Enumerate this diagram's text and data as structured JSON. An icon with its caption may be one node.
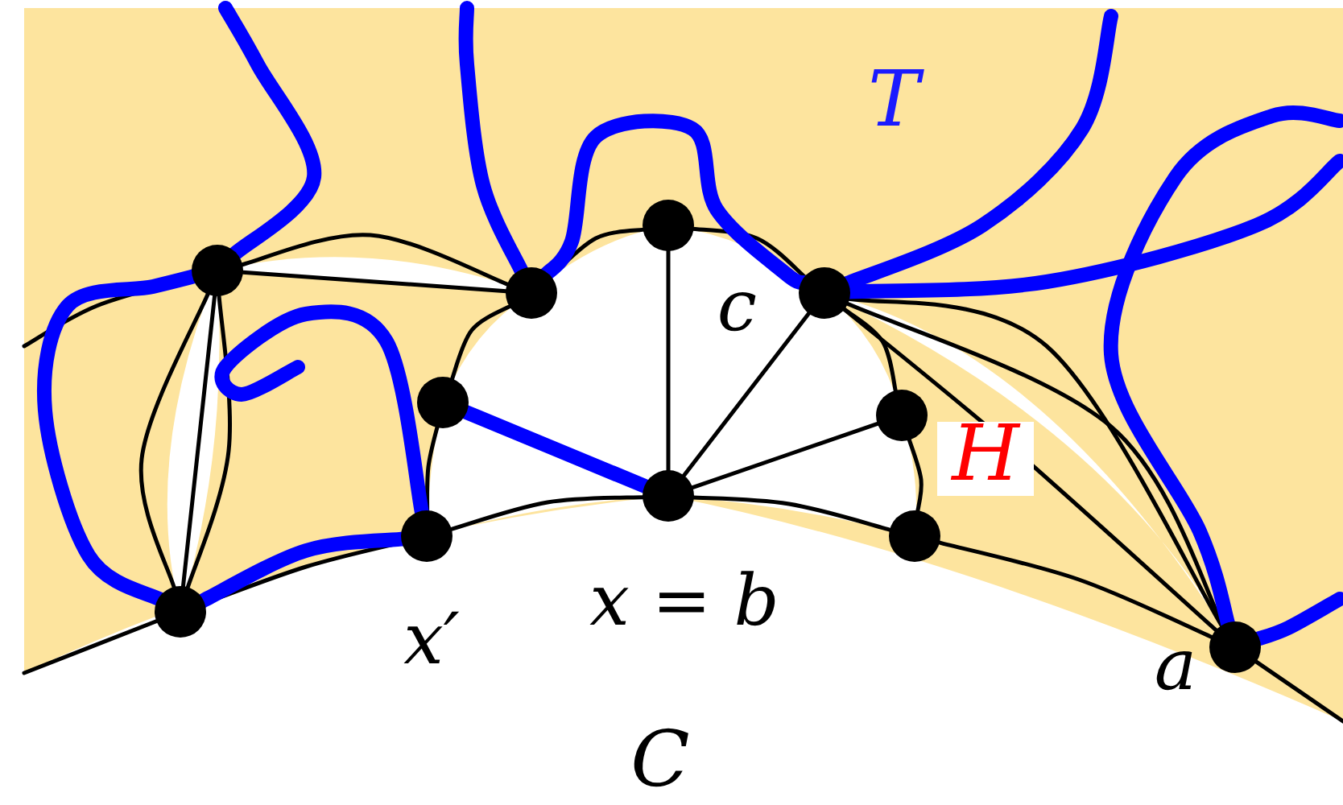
{
  "diagram": {
    "nodes": [
      {
        "text": [],
        "shape": "circle"
      },
      {
        "text": [],
        "shape": "circle"
      },
      {
        "text": [],
        "shape": "circle"
      },
      {
        "text": [],
        "shape": "circle",
        "beside": [
          "c"
        ]
      },
      {
        "text": [],
        "shape": "circle"
      },
      {
        "text": [],
        "shape": "circle"
      },
      {
        "text": [],
        "shape": "circle"
      },
      {
        "text": [],
        "shape": "circle",
        "beside": [
          "x′"
        ]
      },
      {
        "text": [],
        "shape": "circle",
        "beside": [
          "x = b"
        ]
      },
      {
        "text": [],
        "shape": "circle"
      },
      {
        "text": [],
        "shape": "circle",
        "beside": [
          "a"
        ]
      }
    ],
    "edges": [
      {
        "from": 0,
        "to": 1,
        "arrow": "none"
      },
      {
        "from": 0,
        "to": 1,
        "arrow": "none"
      },
      {
        "from": 0,
        "to": 6,
        "arrow": "none"
      },
      {
        "from": 0,
        "to": 6,
        "arrow": "none"
      },
      {
        "from": 0,
        "to": 6,
        "arrow": "none"
      },
      {
        "from": 7,
        "to": 4,
        "arrow": "none"
      },
      {
        "from": 4,
        "to": 1,
        "arrow": "none"
      },
      {
        "from": 1,
        "to": 2,
        "arrow": "none"
      },
      {
        "from": 2,
        "to": 3,
        "arrow": "none"
      },
      {
        "from": 3,
        "to": 5,
        "arrow": "none"
      },
      {
        "from": 5,
        "to": 9,
        "arrow": "none"
      },
      {
        "from": 2,
        "to": 8,
        "arrow": "none"
      },
      {
        "from": 3,
        "to": 8,
        "arrow": "none"
      },
      {
        "from": 5,
        "to": 8,
        "arrow": "none"
      },
      {
        "from": 6,
        "to": 7,
        "arrow": "none"
      },
      {
        "from": 7,
        "to": 8,
        "arrow": "none"
      },
      {
        "from": 8,
        "to": 9,
        "arrow": "none"
      },
      {
        "from": 9,
        "to": 10,
        "arrow": "none"
      },
      {
        "from": null,
        "to": 6,
        "arrow": "none"
      },
      {
        "from": 10,
        "to": null,
        "arrow": "none"
      },
      {
        "from": 3,
        "to": 10,
        "arrow": "none"
      },
      {
        "from": 3,
        "to": 10,
        "arrow": "none"
      },
      {
        "from": 3,
        "to": 10,
        "arrow": "none"
      },
      {
        "from": null,
        "to": 0,
        "arrow": "none"
      },
      {
        "from": 4,
        "to": 8,
        "arrow": "none",
        "style": "thick",
        "color": "#0000ff"
      },
      {
        "from": 6,
        "to": 7,
        "arrow": "none",
        "style": "thick",
        "color": "#0000ff"
      },
      {
        "from": 6,
        "to": 0,
        "arrow": "none",
        "style": "thick",
        "color": "#0000ff"
      },
      {
        "from": 7,
        "to": null,
        "arrow": "none",
        "style": "thick",
        "color": "#0000ff"
      },
      {
        "from": 0,
        "to": null,
        "arrow": "none",
        "style": "thick",
        "color": "#0000ff"
      },
      {
        "from": 1,
        "to": null,
        "arrow": "none",
        "style": "thick",
        "color": "#0000ff"
      },
      {
        "from": 1,
        "to": 3,
        "arrow": "none",
        "style": "thick",
        "color": "#0000ff"
      },
      {
        "from": 3,
        "to": null,
        "arrow": "none",
        "style": "thick",
        "color": "#0000ff"
      },
      {
        "from": 3,
        "to": null,
        "arrow": "none",
        "style": "thick",
        "color": "#0000ff"
      },
      {
        "from": 10,
        "to": null,
        "arrow": "none",
        "style": "thick",
        "color": "#0000ff"
      },
      {
        "from": 10,
        "to": null,
        "arrow": "none",
        "style": "thick",
        "color": "#0000ff"
      }
    ],
    "labels": [
      "T",
      "H",
      "C"
    ]
  }
}
